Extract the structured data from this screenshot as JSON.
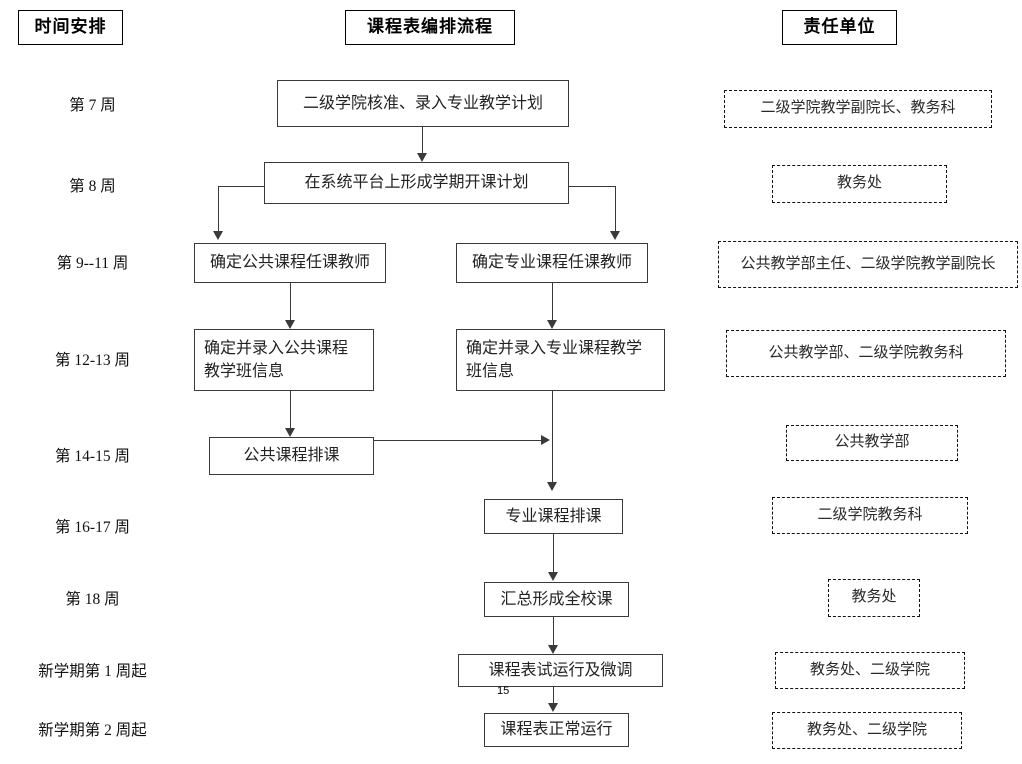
{
  "document": {
    "page_number": "15"
  },
  "columns": {
    "time_header": "时间安排",
    "flow_header": "课程表编排流程",
    "responsible_header": "责任单位"
  },
  "rows": [
    {
      "time": "第 7 周",
      "process": [
        "二级学院核准、录入专业教学计划"
      ],
      "responsible": "二级学院教学副院长、教务科"
    },
    {
      "time": "第 8 周",
      "process": [
        "在系统平台上形成学期开课计划"
      ],
      "responsible": "教务处"
    },
    {
      "time": "第 9--11 周",
      "process_left": [
        "确定公共课程任课教师"
      ],
      "process_right": [
        "确定专业课程任课教师"
      ],
      "responsible": "公共教学部主任、二级学院教学副院长"
    },
    {
      "time": "第 12-13 周",
      "process_left": [
        "确定并录入公共课程",
        "教学班信息"
      ],
      "process_right": [
        "确定并录入专业课程教学",
        "班信息"
      ],
      "responsible": "公共教学部、二级学院教务科"
    },
    {
      "time": "第 14-15 周",
      "process_left": [
        "公共课程排课"
      ],
      "responsible": "公共教学部"
    },
    {
      "time": "第 16-17 周",
      "process_right": [
        "专业课程排课"
      ],
      "responsible": "二级学院教务科"
    },
    {
      "time": "第 18 周",
      "process_right": [
        "汇总形成全校课"
      ],
      "responsible": "教务处"
    },
    {
      "time": "新学期第 1 周起",
      "process_right": [
        "课程表试运行及微调"
      ],
      "responsible": "教务处、二级学院"
    },
    {
      "time": "新学期第 2 周起",
      "process_right": [
        "课程表正常运行"
      ],
      "responsible": "教务处、二级学院"
    }
  ],
  "colors": {
    "line": "#3a3a3a",
    "text": "#1a1a1a",
    "border_solid": "#3a3a3a",
    "border_dashed": "#111111",
    "background": "#ffffff"
  }
}
